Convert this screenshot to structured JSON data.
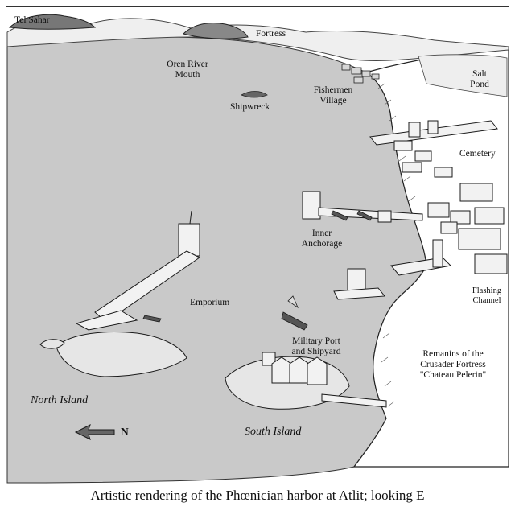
{
  "map": {
    "labels": {
      "tel_sahar": "Tel Sahar",
      "fortress": "Fortress",
      "oren_river_mouth_1": "Oren River",
      "oren_river_mouth_2": "Mouth",
      "salt_pond_1": "Salt",
      "salt_pond_2": "Pond",
      "shipwreck": "Shipwreck",
      "fishermen_village_1": "Fishermen",
      "fishermen_village_2": "Village",
      "cemetery": "Cemetery",
      "inner_anchorage_1": "Inner",
      "inner_anchorage_2": "Anchorage",
      "emporium": "Emporium",
      "flashing_channel_1": "Flashing",
      "flashing_channel_2": "Channel",
      "military_port_1": "Military Port",
      "military_port_2": "and Shipyard",
      "crusader_1": "Remanins of the",
      "crusader_2": "Crusader Fortress",
      "crusader_3": "\"Chateau Pelerin\"",
      "north_island": "North Island",
      "south_island": "South Island",
      "north_letter": "N"
    },
    "caption": "Artistic rendering of the Phœnician harbor at Atlit; looking E",
    "colors": {
      "sea": "#c9c9c9",
      "land": "#ffffff",
      "ink": "#1a1a1a",
      "building": "#f2f2f2"
    }
  }
}
